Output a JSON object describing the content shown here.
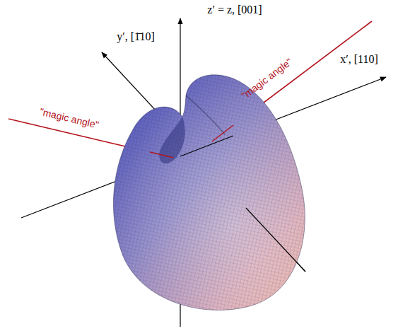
{
  "diagram": {
    "labels": [
      "z′ = z, [001]",
      "y′, [1̄10]",
      "x′, [110]",
      "\"magic angle\"",
      "\"magic angle\""
    ]
  }
}
